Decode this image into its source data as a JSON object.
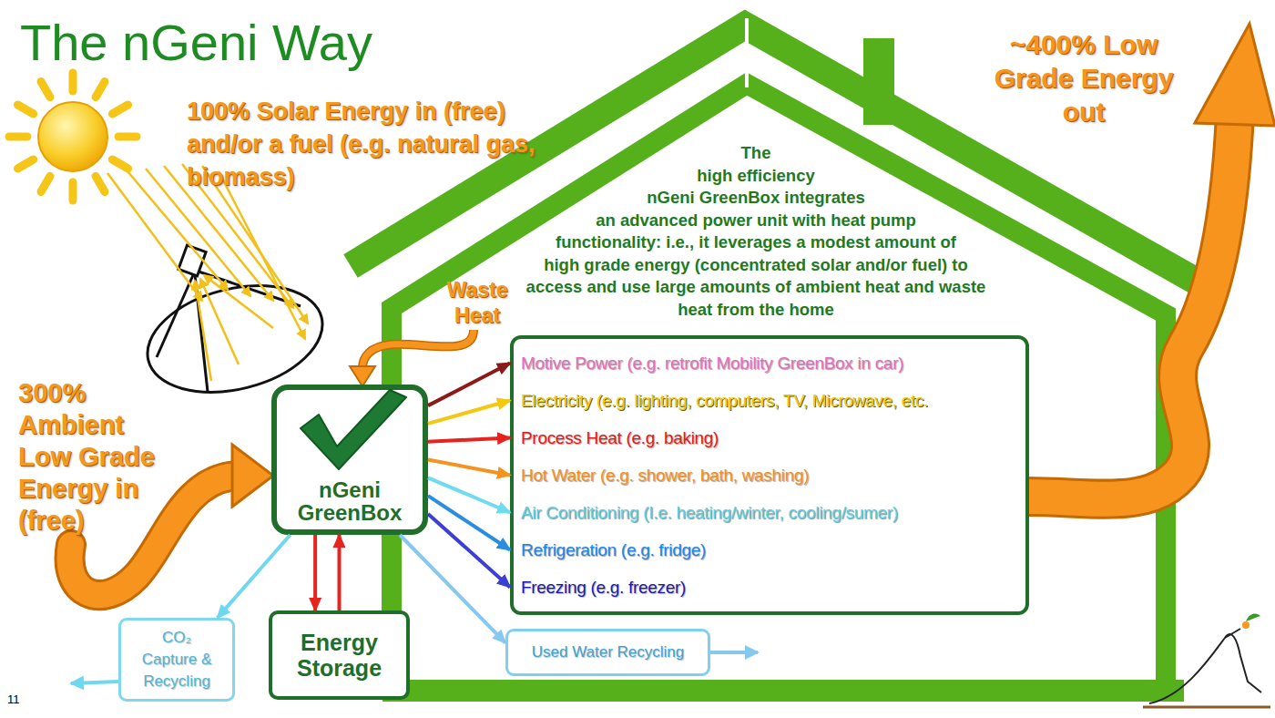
{
  "diagram": {
    "title": "The nGeni Way",
    "nodes": [
      {
        "text": [
          "nGeni GreenBox"
        ]
      },
      {
        "text": [
          "Motive Power (e.g. retrofit Mobility GreenBox in car)",
          "Electricity (e.g. lighting, computers, TV, Microwave, etc.",
          "Process Heat (e.g. baking)",
          "Hot Water (e.g. shower, bath, washing)",
          "Air Conditioning (I.e. heating/winter, cooling/sumer)",
          "Refrigeration (e.g. fridge)",
          "Freezing (e.g. freezer)"
        ]
      },
      {
        "text": [
          "CO₂ Capture & Recycling"
        ]
      },
      {
        "text": [
          "Energy Storage"
        ]
      },
      {
        "text": [
          "Used Water Recycling"
        ]
      }
    ],
    "edges": [
      {
        "from": 0,
        "to": 1,
        "arrow": "to"
      },
      {
        "from": 0,
        "to": 1,
        "arrow": "to"
      },
      {
        "from": 0,
        "to": 1,
        "arrow": "to"
      },
      {
        "from": 0,
        "to": 1,
        "arrow": "to"
      },
      {
        "from": 0,
        "to": 1,
        "arrow": "to"
      },
      {
        "from": 0,
        "to": 1,
        "arrow": "to"
      },
      {
        "from": 0,
        "to": 1,
        "arrow": "to"
      },
      {
        "from": 0,
        "to": 2,
        "arrow": "to"
      },
      {
        "from": 0,
        "to": 3,
        "arrow": "to"
      },
      {
        "from": 3,
        "to": 0,
        "arrow": "to"
      },
      {
        "from": 0,
        "to": 4,
        "arrow": "to"
      }
    ],
    "labels": [
      "100% Solar Energy in (free) and/or a fuel (e.g. natural gas, biomass)",
      "~400% Low Grade Energy out",
      "The high efficiency nGeni GreenBox integrates an advanced power unit with heat pump functionality: i.e., it leverages a modest amount of high grade energy (concentrated solar and/or fuel) to access and use large amounts of ambient heat and waste heat from the home",
      "Waste Heat",
      "300% Ambient Low Grade Energy in (free)",
      "11"
    ]
  }
}
